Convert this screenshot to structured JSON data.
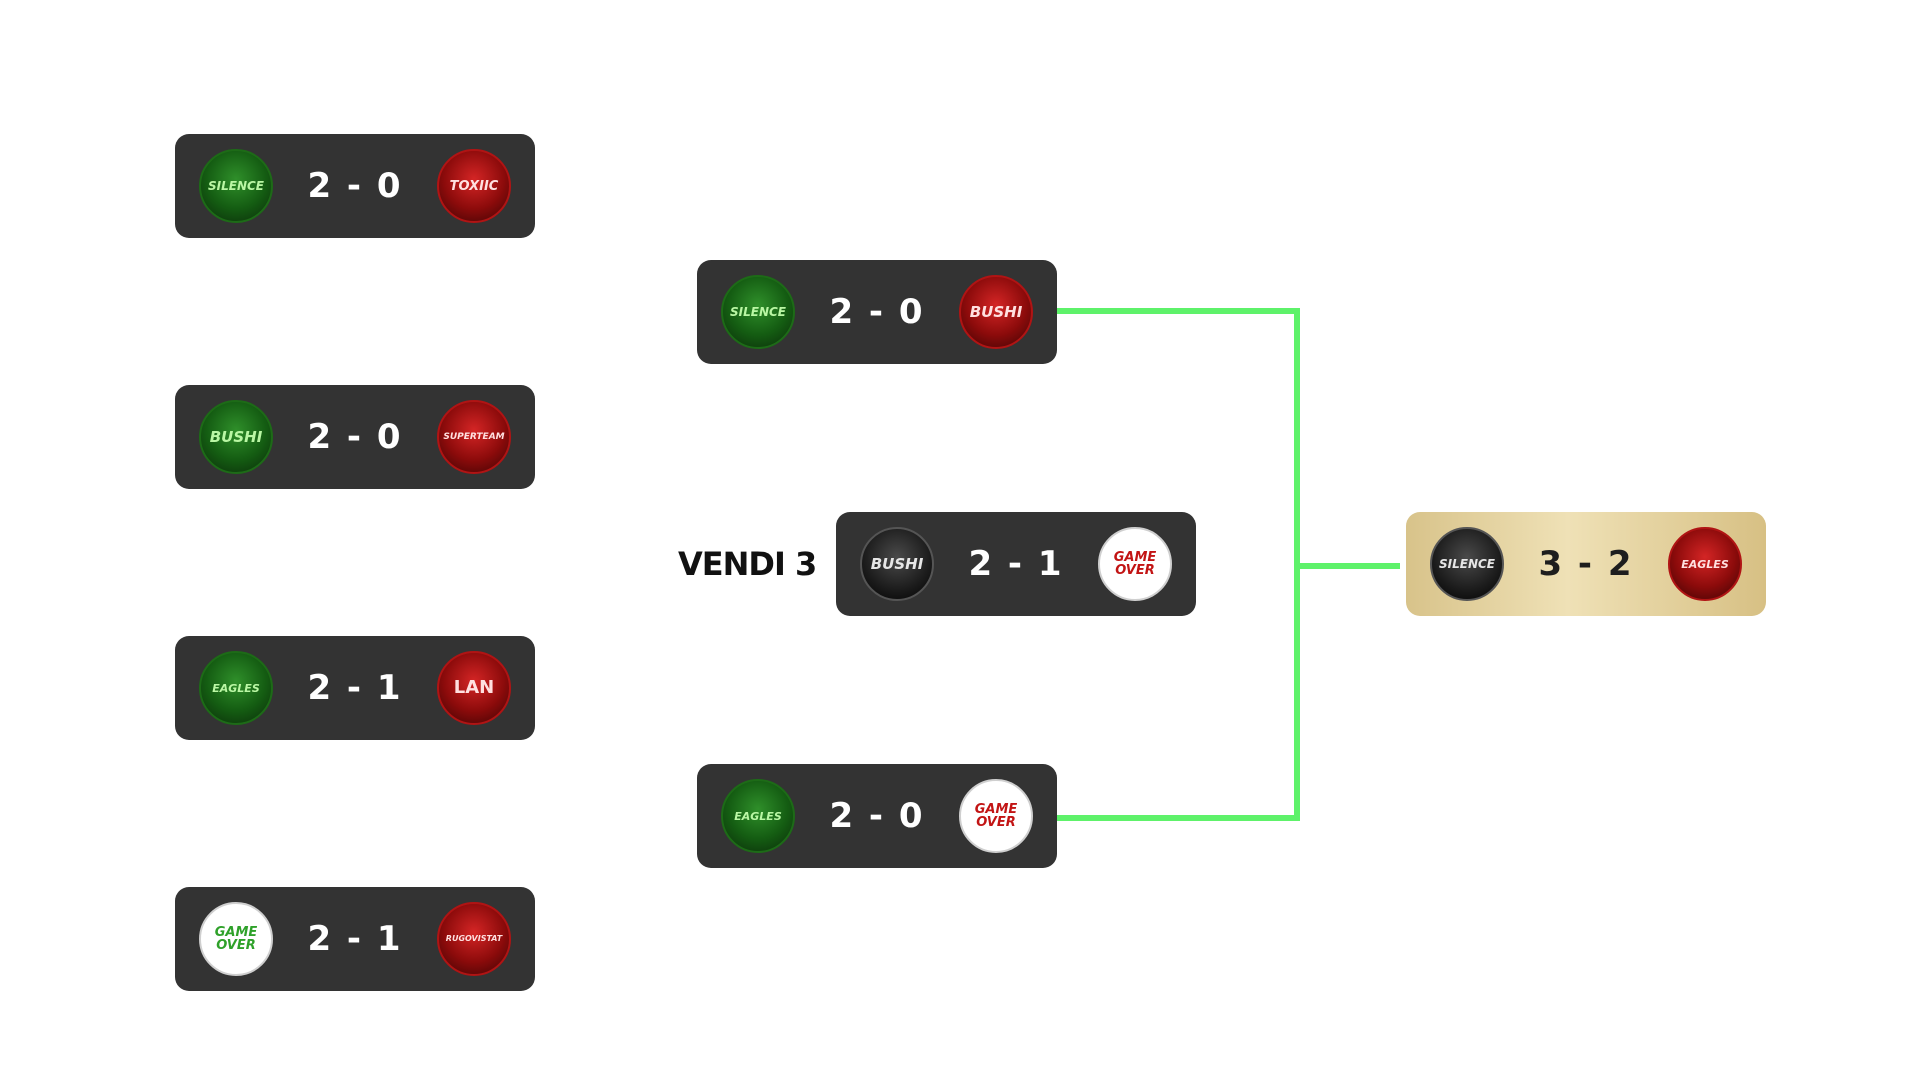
{
  "colors": {
    "card": "#333333",
    "connector": "#5ef26a",
    "final_gold": "#e7d7a4"
  },
  "round1": [
    {
      "home": {
        "name": "SILENCE",
        "logo": "silence-logo"
      },
      "away": {
        "name": "TOXIIC",
        "logo": "toxiic-team-logo"
      },
      "score": "2 - 0"
    },
    {
      "home": {
        "name": "BUSHI",
        "logo": "bushi-logo"
      },
      "away": {
        "name": "SUPERTEAM",
        "logo": "superteam-logo"
      },
      "score": "2 - 0"
    },
    {
      "home": {
        "name": "EAGLES",
        "logo": "red-eagles-logo"
      },
      "away": {
        "name": "LAN",
        "logo": "lan-logo"
      },
      "score": "2 - 1"
    },
    {
      "home": {
        "name": "GAME OVER",
        "logo": "game-over-logo"
      },
      "away": {
        "name": "RUGOVISTAT",
        "logo": "rugovistat-logo"
      },
      "score": "2 - 1"
    }
  ],
  "round2": [
    {
      "home": {
        "name": "SILENCE",
        "logo": "silence-logo"
      },
      "away": {
        "name": "BUSHI",
        "logo": "bushi-logo"
      },
      "score": "2 - 0"
    },
    {
      "home": {
        "name": "EAGLES",
        "logo": "red-eagles-logo"
      },
      "away": {
        "name": "GAME OVER",
        "logo": "game-over-logo"
      },
      "score": "2 - 0"
    }
  ],
  "third_place": {
    "label": "VENDI 3",
    "home": {
      "name": "BUSHI",
      "logo": "bushi-logo"
    },
    "away": {
      "name": "GAME OVER",
      "logo": "game-over-logo"
    },
    "score": "2 - 1"
  },
  "final": {
    "home": {
      "name": "SILENCE",
      "logo": "silence-logo"
    },
    "away": {
      "name": "EAGLES",
      "logo": "red-eagles-logo"
    },
    "score": "3 - 2"
  }
}
